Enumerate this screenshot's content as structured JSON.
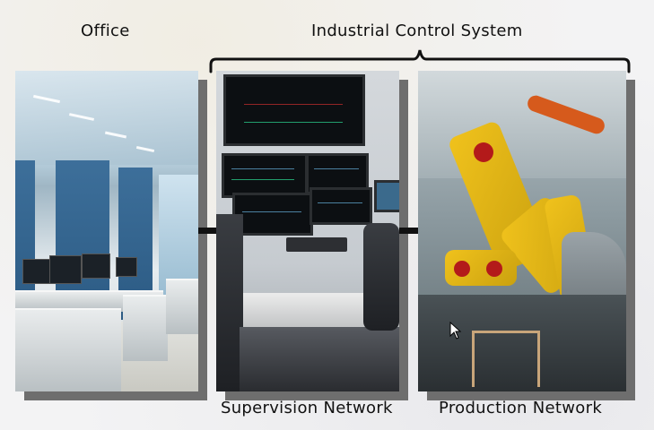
{
  "labels": {
    "office": "Office",
    "ics": "Industrial Control System",
    "supervision": "Supervision Network",
    "production": "Production Network"
  },
  "images": {
    "office": "office-photo",
    "supervision": "control-room-photo",
    "production": "robot-assembly-line-photo"
  }
}
